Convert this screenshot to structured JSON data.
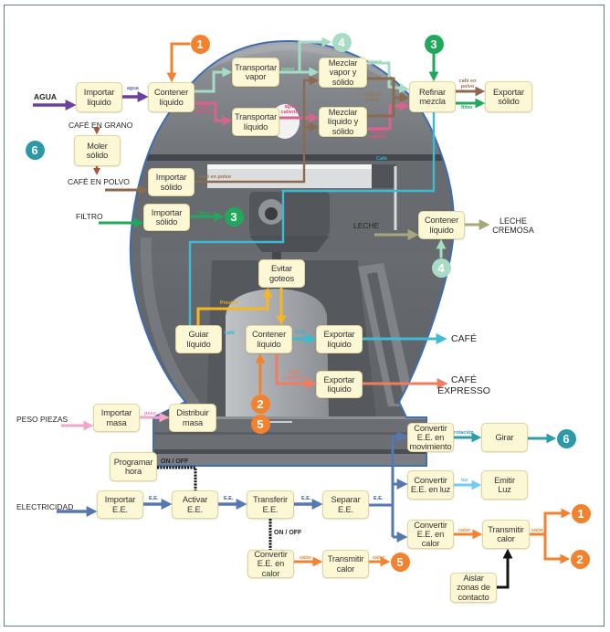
{
  "diagram": {
    "inputs": {
      "agua": "AGUA",
      "cafe_en_grano": "CAFÉ EN GRANO",
      "cafe_en_polvo": "CAFÉ EN POLVO",
      "filtro": "FILTRO",
      "leche": "LECHE",
      "peso_piezas": "PESO PIEZAS",
      "electricidad": "ELECTRICIDAD"
    },
    "outputs": {
      "leche_cremosa": "LECHE\nCREMOSA",
      "cafe": "CAFÉ",
      "cafe_expresso": "CAFÉ\nEXPRESSO"
    },
    "functions": [
      "Importar\nlíquido",
      "Contener\nlíquido",
      "Transportar\nvapor",
      "Transportar\nlíquido",
      "Moler\nsólido",
      "Importar\nsólido",
      "Mezclar\nvapor y\nsólido",
      "Mezclar\nlíquido y\nsólido",
      "Refinar\nmezcla",
      "Exportar\nsólido",
      "Importar\nsólido",
      "Contener\nlíquido",
      "Evitar\ngoteos",
      "Guiar\nlíquido",
      "Contener\nlíquido",
      "Exportar\nlíquido",
      "Exportar\nlíquido",
      "Importar\nmasa",
      "Distribuir\nmasa",
      "Programar\nhora",
      "Importar\nE.E.",
      "Activar\nE.E.",
      "Transferir\nE.E.",
      "Separar\nE.E.",
      "Convertir\nE.E. en\nmovimiento",
      "Girar",
      "Convertir\nE.E. en luz",
      "Emitir\nLuz",
      "Convertir\nE.E. en\ncalor",
      "Transmitir\ncalor",
      "Convertir\nE.E. en\ncalor",
      "Transmitir\ncalor",
      "Aislar\nzonas de\ncontacto"
    ],
    "flows": {
      "agua": {
        "color": "#6d3f9e",
        "label_color": "#5a67c3",
        "labels": [
          "agua"
        ]
      },
      "vapor": {
        "color": "#a6dbc4",
        "label_color": "#8ccfb1",
        "labels": [
          "vapor",
          "vapor"
        ]
      },
      "agua_caliente": {
        "color": "#d9648b",
        "label_color": "#e2507c",
        "labels": [
          "agua\ncaliente",
          "agua\ncaliente",
          "agua\ncaliente"
        ]
      },
      "cafe_en_grano": {
        "color": "#a5573c"
      },
      "cafe_en_polvo": {
        "color": "#8b6a4f",
        "label_color": "#9b6f4f",
        "labels": [
          "café en polvo",
          "café en\npolvo",
          "café en\npolvo"
        ]
      },
      "filtro": {
        "color": "#21a95b",
        "labels": [
          "filtro",
          "filtro"
        ]
      },
      "cafe": {
        "color": "#3bbcd3",
        "label_color": "#2fb4d1",
        "labels": [
          "Café",
          "Café",
          "Café"
        ]
      },
      "cafe_cremoso": {
        "color": "#f37b5f",
        "labels": [
          "Café\ncremoso"
        ]
      },
      "presion": {
        "color": "#f8b721",
        "label_color": "#f2ab14",
        "labels": [
          "Presión"
        ]
      },
      "leche": {
        "color": "#a8a77b"
      },
      "peso": {
        "color": "#f3a4c9",
        "label_color": "#ee84b8",
        "labels": [
          "peso"
        ]
      },
      "energia_electrica": {
        "color": "#5678b1",
        "label_color": "#2f55a4",
        "labels": [
          "E.E.",
          "E.E.",
          "E.E.",
          "E.E."
        ]
      },
      "rotacion": {
        "color": "#2f9ca9",
        "labels": [
          "rotación"
        ]
      },
      "luz": {
        "color": "#74caf0",
        "label_color": "#5cb8ea",
        "labels": [
          "luz"
        ]
      },
      "calor": {
        "color": "#f3822e",
        "labels": [
          "calor",
          "calor",
          "calor",
          "calor"
        ]
      },
      "aislamiento": {
        "color": "#141414"
      },
      "control": {
        "color": "#141414",
        "label_color": "#262626",
        "labels": [
          "ON / OFF",
          "ON / OFF"
        ]
      }
    },
    "connectors": [
      {
        "number": "1",
        "color": "#f3822e"
      },
      {
        "number": "4",
        "color": "#a9dcc7"
      },
      {
        "number": "3",
        "color": "#21a95b"
      },
      {
        "number": "6",
        "color": "#2b9aa6"
      },
      {
        "number": "3",
        "color": "#21a95b"
      },
      {
        "number": "4",
        "color": "#a9dcc7"
      },
      {
        "number": "2",
        "color": "#f3822e"
      },
      {
        "number": "5",
        "color": "#f3822e"
      },
      {
        "number": "6",
        "color": "#2b9aa6"
      },
      {
        "number": "1",
        "color": "#f3822e"
      },
      {
        "number": "2",
        "color": "#f3822e"
      },
      {
        "number": "5",
        "color": "#f3822e"
      }
    ]
  },
  "colors": {
    "frame": "#5f7e8c",
    "machine_outline": "#3e6db0",
    "box_fill": "#fcf7d5",
    "box_border": "#e0d6a1",
    "box_text": "#333333",
    "label_text": "#242424"
  }
}
